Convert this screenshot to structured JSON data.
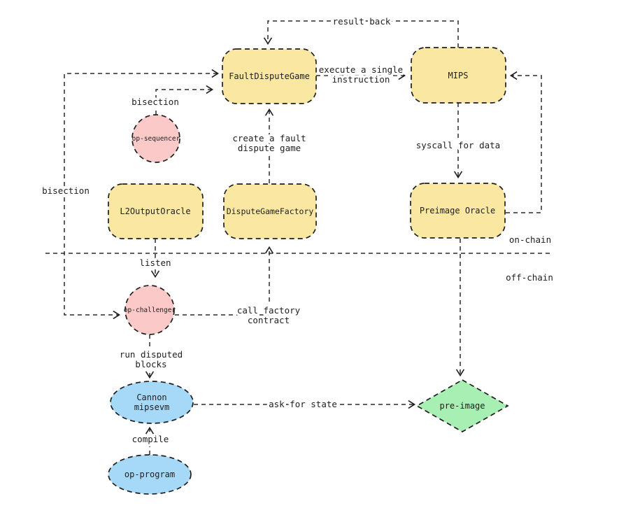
{
  "colors": {
    "yellow": "#FAE8A2",
    "pink": "#FBC9C8",
    "blue": "#A6D9F8",
    "green": "#A7EFB2",
    "stroke": "#1e1e1e",
    "line": "#2b2b2b",
    "background": "#ffffff"
  },
  "nodes": {
    "fault_dispute_game": {
      "label": "FaultDisputeGame"
    },
    "mips": {
      "label": "MIPS"
    },
    "l2_output_oracle": {
      "label": "L2OutputOracle"
    },
    "dispute_game_factory": {
      "label": "DisputeGameFactory"
    },
    "preimage_oracle": {
      "label": "Preimage Oracle"
    },
    "op_sequencer": {
      "label": "op-sequencer"
    },
    "op_challenger": {
      "label": "op-challenger"
    },
    "cannon": {
      "lines": [
        "Cannon",
        "mipsevm"
      ]
    },
    "op_program": {
      "label": "op-program"
    },
    "pre_image": {
      "label": "pre-image"
    }
  },
  "edges": {
    "result_back": {
      "label": "result back"
    },
    "execute_instruction": {
      "lines": [
        "execute a single",
        "instruction"
      ]
    },
    "bisection_sequencer": {
      "label": "bisection"
    },
    "bisection_challenger": {
      "label": "bisection"
    },
    "create_game": {
      "lines": [
        "create a fault",
        "dispute game"
      ]
    },
    "syscall": {
      "label": "syscall for data"
    },
    "listen": {
      "label": "listen"
    },
    "call_factory": {
      "lines": [
        "call factory",
        "contract"
      ]
    },
    "run_blocks": {
      "lines": [
        "run disputed",
        "blocks"
      ]
    },
    "compile": {
      "label": "compile"
    },
    "ask_state": {
      "label": "ask for state"
    }
  },
  "regions": {
    "on_chain": "on-chain",
    "off_chain": "off-chain"
  }
}
